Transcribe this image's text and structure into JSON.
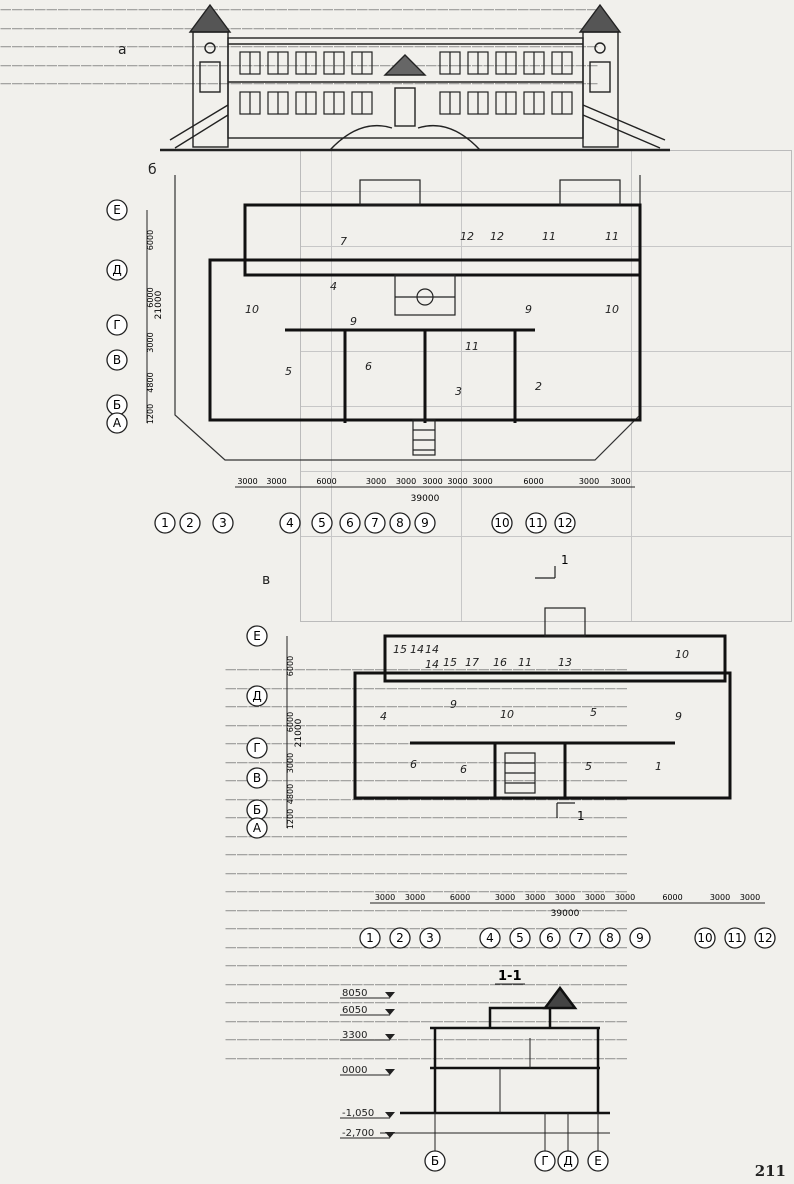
{
  "figure": {
    "panel_labels": {
      "a": "а",
      "b": "б",
      "v": "в"
    },
    "page_number": "211"
  },
  "plan_b": {
    "row_axes": [
      "Е",
      "Д",
      "Г",
      "В",
      "Б",
      "А"
    ],
    "row_dims": [
      "6000",
      "6000",
      "3000",
      "4800",
      "1200"
    ],
    "row_total": "21000",
    "col_axes": [
      "1",
      "2",
      "3",
      "4",
      "5",
      "6",
      "7",
      "8",
      "9",
      "10",
      "11",
      "12"
    ],
    "col_dims": [
      "3000",
      "3000",
      "6000",
      "3000",
      "3000",
      "3000",
      "3000",
      "3000",
      "6000",
      "3000",
      "3000"
    ],
    "col_total": "39000",
    "rooms": [
      "10",
      "7",
      "4",
      "12",
      "12",
      "11",
      "11",
      "10",
      "9",
      "9",
      "5",
      "6",
      "3",
      "2",
      "11"
    ]
  },
  "plan_v": {
    "row_axes": [
      "Е",
      "Д",
      "Г",
      "В",
      "Б",
      "А"
    ],
    "row_dims": [
      "6000",
      "6000",
      "3000",
      "4800",
      "1200"
    ],
    "row_total": "21000",
    "col_axes": [
      "1",
      "2",
      "3",
      "4",
      "5",
      "6",
      "7",
      "8",
      "9",
      "10",
      "11",
      "12"
    ],
    "col_dims": [
      "3000",
      "3000",
      "6000",
      "3000",
      "3000",
      "3000",
      "3000",
      "3000",
      "6000",
      "3000",
      "3000"
    ],
    "col_total": "39000",
    "rooms": [
      "15",
      "14",
      "14",
      "14",
      "15",
      "17",
      "16",
      "11",
      "13",
      "10",
      "4",
      "9",
      "10",
      "9",
      "5",
      "6",
      "6",
      "5",
      "1"
    ],
    "cut_mark": "1"
  },
  "section": {
    "title": "1-1",
    "levels": [
      "8050",
      "6050",
      "3300",
      "0000",
      "-1,050",
      "-2,700"
    ],
    "axes": [
      "Б",
      "Г",
      "Д",
      "Е"
    ]
  }
}
